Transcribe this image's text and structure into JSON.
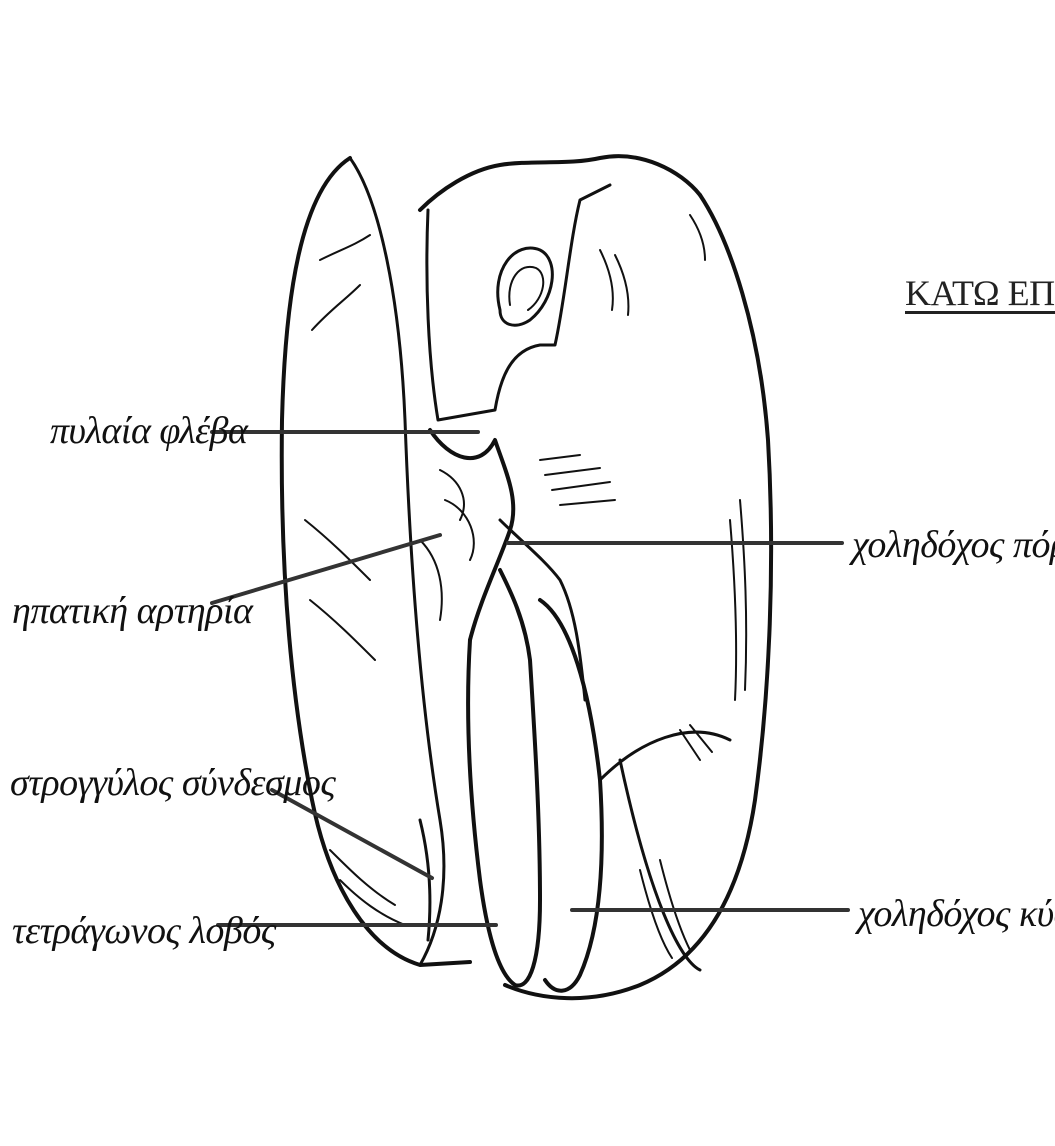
{
  "heading": "ΚΑΤΩ ΕΠΙΦ",
  "labels": {
    "portal_vein": "πυλαία φλέβα",
    "hepatic_artery": "ηπατική αρτηρία",
    "round_ligament": "στρογγύλος σύνδεσμος",
    "quadrate_lobe": "τετράγωνος λοβός",
    "bile_duct": "χοληδόχος πόρος",
    "gallbladder": "χοληδόχος κύστη"
  },
  "colors": {
    "ink": "#111111",
    "background": "#ffffff",
    "leader": "#333333"
  }
}
